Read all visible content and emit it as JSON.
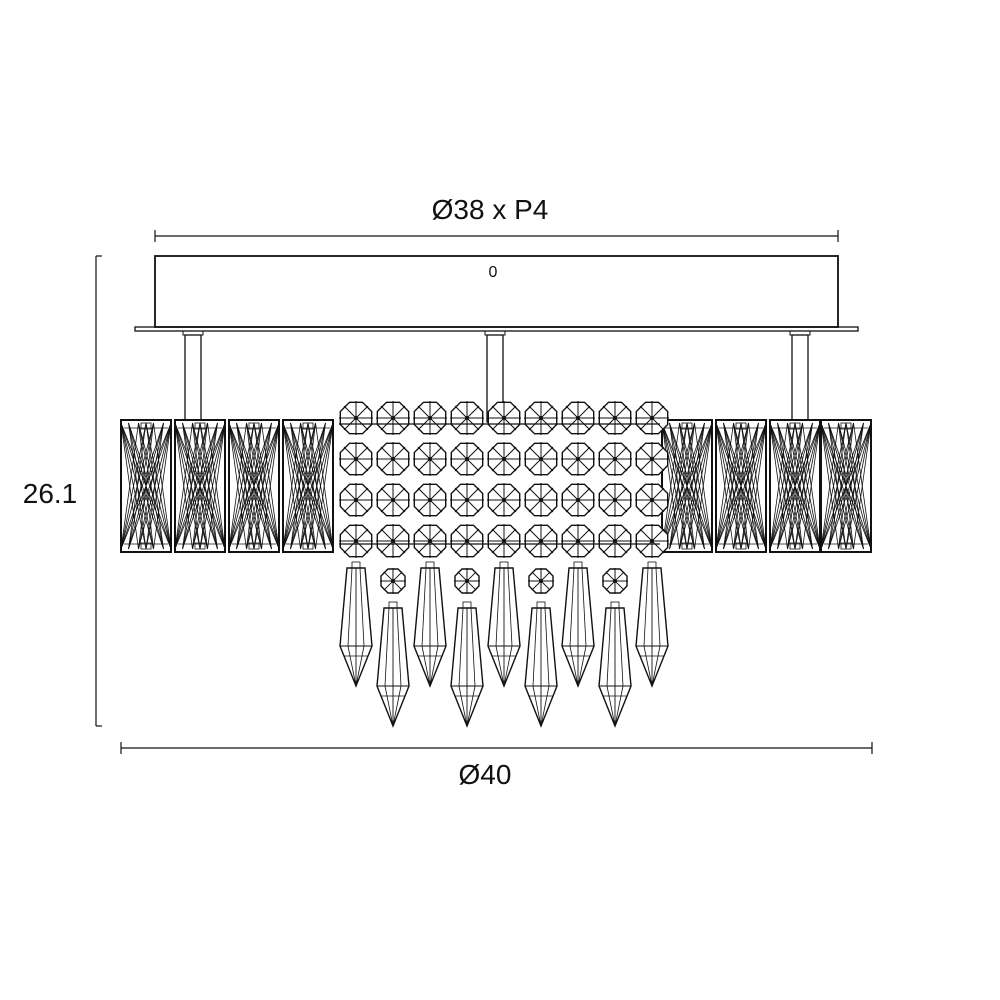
{
  "dimensions": {
    "top_width": "Ø38 x P4",
    "height": "26.1",
    "bottom_width": "Ø40",
    "canopy_mark": "0"
  },
  "colors": {
    "line": "#111111",
    "background": "#ffffff"
  }
}
